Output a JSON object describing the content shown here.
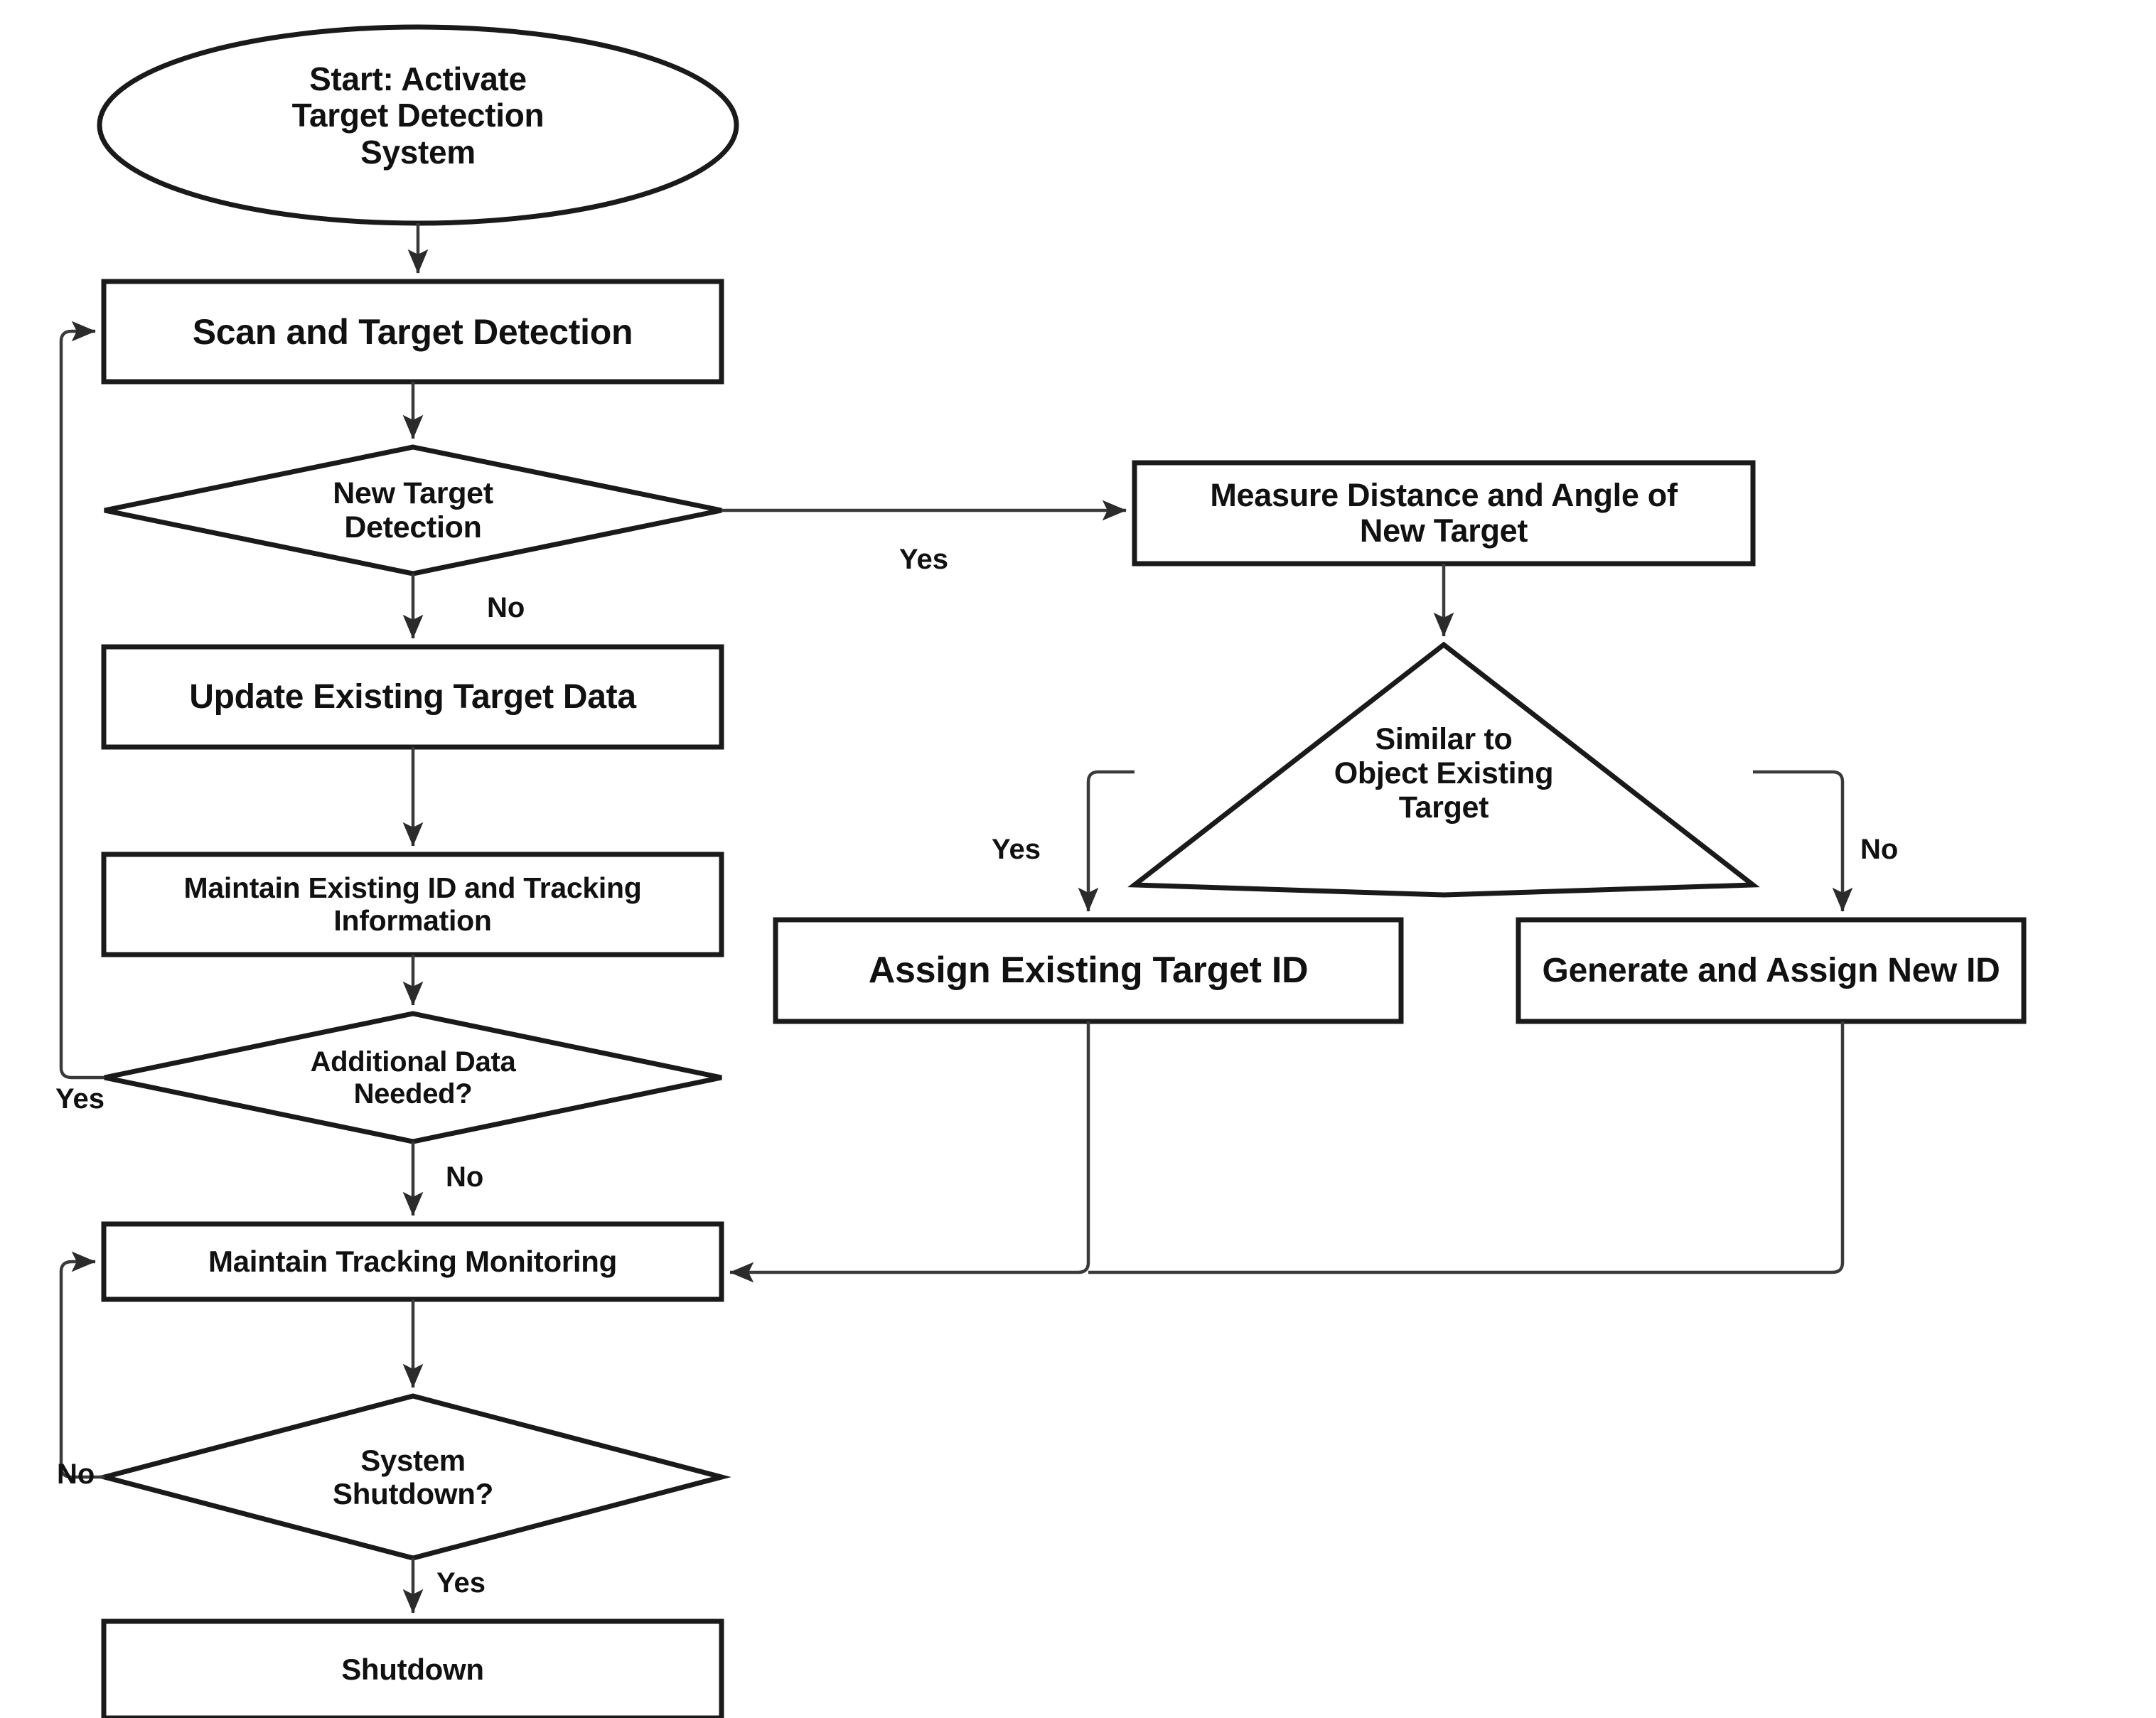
{
  "diagram": {
    "type": "flowchart",
    "title": "Target Detection and Tracking System Flowchart",
    "nodes": {
      "start": {
        "label": "Start: Activate\nTarget Detection\nSystem",
        "shape": "ellipse"
      },
      "scan": {
        "label": "Scan and Target Detection",
        "shape": "process"
      },
      "new_target_decision": {
        "label": "New Target\nDetection",
        "shape": "decision"
      },
      "measure": {
        "label": "Measure Distance and Angle of\nNew Target",
        "shape": "process"
      },
      "similar_decision": {
        "label": "Similar to\nObject Existing\nTarget",
        "shape": "decision"
      },
      "assign_existing": {
        "label": "Assign Existing Target ID",
        "shape": "process"
      },
      "generate_new": {
        "label": "Generate and Assign New ID",
        "shape": "process"
      },
      "update_existing": {
        "label": "Update Existing Target Data",
        "shape": "process"
      },
      "maintain_id": {
        "label": "Maintain Existing ID and Tracking\nInformation",
        "shape": "process"
      },
      "additional_data_decision": {
        "label": "Additional Data\nNeeded?",
        "shape": "decision"
      },
      "maintain_tracking": {
        "label": "Maintain Tracking Monitoring",
        "shape": "process"
      },
      "system_shutdown_decision": {
        "label": "System\nShutdown?",
        "shape": "decision"
      },
      "shutdown": {
        "label": "Shutdown",
        "shape": "process"
      }
    },
    "edge_labels": {
      "new_target_yes": "Yes",
      "new_target_no": "No",
      "similar_yes": "Yes",
      "similar_no": "No",
      "additional_data_yes": "Yes",
      "additional_data_no": "No",
      "shutdown_no": "No",
      "shutdown_yes": "Yes"
    },
    "colors": {
      "shape_stroke": "#1a1a1a",
      "connector": "#3a3a3a",
      "text": "#111111",
      "background": "#ffffff"
    }
  }
}
